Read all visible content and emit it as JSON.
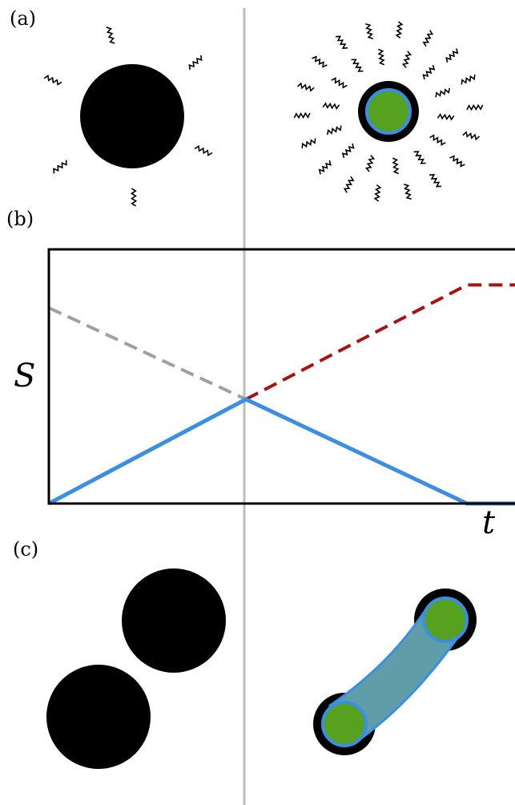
{
  "panels": {
    "a": {
      "label": "(a)"
    },
    "b": {
      "label": "(b)"
    },
    "c": {
      "label": "(c)"
    }
  },
  "axes": {
    "y_label": "S",
    "x_label": "t"
  },
  "colors": {
    "black_hole": "#000000",
    "core": "#56a11e",
    "core_outline": "#3b8fe3",
    "entropy_line": "#3b8fe3",
    "dashed_rising": "#aa1111",
    "dashed_falling": "#a0a0a0",
    "divider": "#bdbdbd",
    "bridge_fill": "#5f9ea9"
  },
  "chart_data": {
    "type": "line",
    "title": "",
    "xlabel": "t",
    "ylabel": "S",
    "xlim": [
      0,
      1
    ],
    "ylim": [
      0,
      1
    ],
    "series": [
      {
        "style": "solid",
        "color": "#3b8fe3",
        "x": [
          0,
          0.41,
          0.87,
          1
        ],
        "y": [
          0,
          0.41,
          0,
          0
        ]
      },
      {
        "style": "dashed",
        "color": "#aa1111",
        "x": [
          0.41,
          0.87,
          1
        ],
        "y": [
          0.41,
          0.86,
          0.86
        ]
      },
      {
        "style": "dashed",
        "color": "#a0a0a0",
        "x": [
          0,
          0.41
        ],
        "y": [
          0.77,
          0.41
        ]
      }
    ]
  }
}
